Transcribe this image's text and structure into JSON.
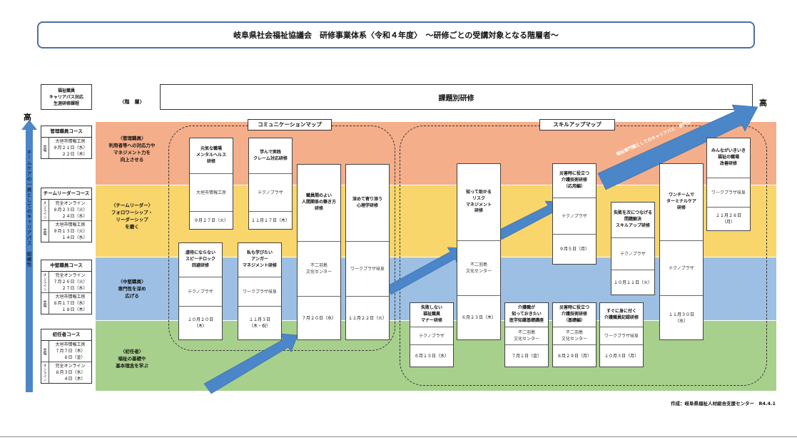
{
  "title": "岐阜県社会福祉協議会　研修事業体系〈令和４年度〉　～研修ごとの受講対象となる階層者～",
  "header": {
    "career_path_box": [
      "福祉職員",
      "キャリアパス対応",
      "生涯研修課程"
    ],
    "layer_header": "〈階　層〉",
    "topic_header": "課題別研修",
    "high_left": "高",
    "high_right": "高"
  },
  "side_axis_label": "チームケアの一員としてのキャリアパス　組織性",
  "layers": [
    {
      "name": "〈管理職員〉",
      "lines": [
        "利用者等への対応力や",
        "マネジメント力を",
        "向上させる"
      ]
    },
    {
      "name": "〈チームリーダー〉",
      "lines": [
        "フォロワーシップ・",
        "リーダーシップ",
        "を磨く"
      ]
    },
    {
      "name": "〈中堅職員〉",
      "lines": [
        "専門性を深め",
        "広げる"
      ]
    },
    {
      "name": "〈初任者〉",
      "lines": [
        "福祉の基礎や",
        "基本理念を学ぶ"
      ]
    }
  ],
  "courses": [
    {
      "name": "管理職員コース",
      "rows": [
        {
          "side": "会場",
          "lines": [
            "大垣市情報工房",
            "９月２１日（水）",
            "　　２２日（木）"
          ]
        }
      ]
    },
    {
      "name": "チームリーダーコース",
      "rows": [
        {
          "side": "オンライン",
          "lines": [
            "完全オンライン",
            "８月２３日（火）",
            "　　２４日（水）"
          ]
        },
        {
          "side": "会場",
          "lines": [
            "大垣市情報工房",
            "９月１３日（火）",
            "　　１４日（水）"
          ]
        }
      ]
    },
    {
      "name": "中堅職員コース",
      "rows": [
        {
          "side": "オンライン",
          "lines": [
            "完全オンライン",
            "７月２６日（火）",
            "　　２７日（水）"
          ]
        },
        {
          "side": "会場",
          "lines": [
            "大垣市情報工房",
            "８月１７日（水）",
            "　　１８日（木）"
          ]
        }
      ]
    },
    {
      "name": "初任者コース",
      "rows": [
        {
          "side": "会場",
          "lines": [
            "大垣市情報工房",
            "７月７日（木）",
            "　　８日（金）"
          ]
        },
        {
          "side": "オンライン",
          "lines": [
            "完全オンライン",
            "８月３日（水）",
            "　　４日（木）"
          ]
        }
      ]
    }
  ],
  "maps": {
    "communication": "コミュニケーションマップ",
    "skillup": "スキルアップマップ",
    "specialty_arrow": "福祉専門職としてのキャリアパス　専門性"
  },
  "trainings": [
    {
      "id": "mental",
      "title": [
        "元気な職場",
        "メンタルヘルス",
        "研修"
      ],
      "venue": "大垣市情報工房",
      "date": [
        "９月２７日（火）"
      ]
    },
    {
      "id": "claim",
      "title": [
        "学んで実践",
        "クレーム対応研修"
      ],
      "venue": "テクノプラザ",
      "date": [
        "１１月１７日（木）"
      ]
    },
    {
      "id": "relation",
      "title": [
        "職員間のよい",
        "人間関係の築き方",
        "研修"
      ],
      "venue": [
        "不二羽島",
        "文化センター"
      ],
      "date": [
        "７月２０日（水）"
      ]
    },
    {
      "id": "psych",
      "title": [
        "深めて寄り添う",
        "心理学研修"
      ],
      "venue": "ワークプラザ岐阜",
      "date": [
        "１１月２２日（火）"
      ]
    },
    {
      "id": "abuse",
      "title": [
        "虐待にならない",
        "スピーチロック",
        "回避研修"
      ],
      "venue": "テクノプラザ",
      "date": [
        "１０月２０日",
        "（木）"
      ]
    },
    {
      "id": "anger",
      "title": [
        "私も学びたい",
        "アンガー",
        "マネジメント研修"
      ],
      "venue": "ワークプラザ岐阜",
      "date": [
        "１１月３日",
        "（木・祝）"
      ]
    },
    {
      "id": "risk",
      "title": [
        "知って助かる",
        "リスク",
        "マネジメント",
        "研修"
      ],
      "venue": [
        "不二羽島",
        "文化センター"
      ],
      "date": [
        "６月２３日（木）"
      ]
    },
    {
      "id": "manner",
      "title": [
        "失敗しない",
        "福祉職員",
        "マナー研修"
      ],
      "venue": "テクノプラザ",
      "date": [
        "６月１５日（水）"
      ]
    },
    {
      "id": "medical",
      "title": [
        "介護職が",
        "知っておきたい",
        "医学知識基礎講座"
      ],
      "venue": [
        "不二羽島",
        "文化センター"
      ],
      "date": [
        "７月１日（金）"
      ]
    },
    {
      "id": "disaster_adv",
      "title": [
        "災害時に役立つ",
        "介護技術研修",
        "（応用編）"
      ],
      "venue": "テクノプラザ",
      "date": [
        "９月５日（月）"
      ]
    },
    {
      "id": "disaster_basic",
      "title": [
        "災害時に役立つ",
        "介護技術研修",
        "（基礎編）"
      ],
      "venue": [
        "不二羽島",
        "文化センター"
      ],
      "date": [
        "８月２９日（月）"
      ]
    },
    {
      "id": "problem",
      "title": [
        "失敗を次につなげる",
        "問題解決",
        "スキルアップ研修"
      ],
      "venue": "テクノプラザ",
      "date": [
        "１０月１１日（火）"
      ]
    },
    {
      "id": "record",
      "title": [
        "すぐに身に付く",
        "介護職員記録研修"
      ],
      "venue": "ワークプラザ岐阜",
      "date": [
        "１０月３日（月）"
      ]
    },
    {
      "id": "terminal",
      "title": [
        "ワンチームで",
        "ターミナルケア",
        "研修"
      ],
      "venue": "テクノプラザ",
      "date": [
        "１１月３０日",
        "（水）"
      ]
    },
    {
      "id": "workplace",
      "title": [
        "みんながいきいき",
        "福祉の職場",
        "改善研修"
      ],
      "venue": "ワークプラザ岐阜",
      "date": [
        "１１月２８日",
        "（月）"
      ]
    }
  ],
  "footer": "作成：岐阜県福祉人材総合支援センター　R4.4.1",
  "colors": {
    "manager": "#f4ae8a",
    "leader": "#f9d66b",
    "middle": "#9dbfe3",
    "newcomer": "#a8d08d",
    "arrow": "#4a86c8"
  }
}
